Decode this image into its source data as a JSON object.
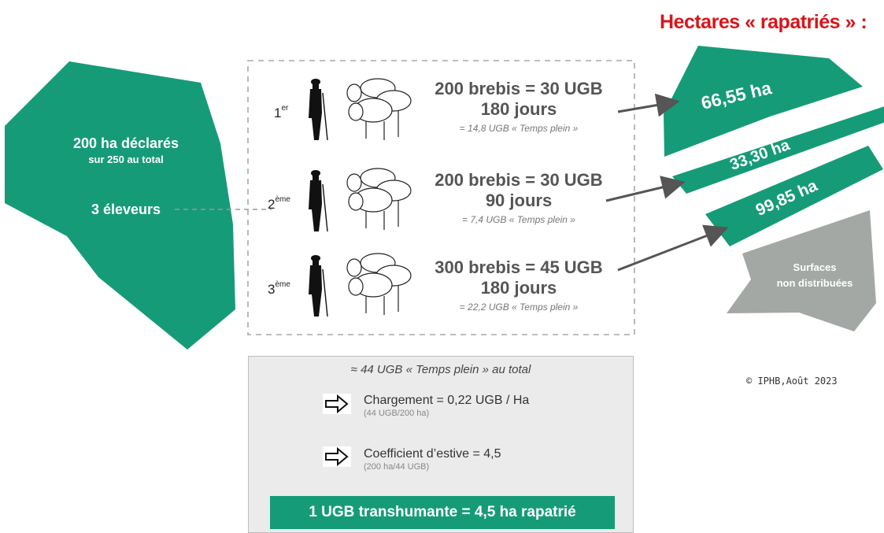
{
  "title": "Hectares « rapatriés » :",
  "left_shape": {
    "main_label": "200 ha déclarés",
    "sub_label": "sur 250 au total",
    "breeders_label": "3 éleveurs"
  },
  "breeders": [
    {
      "rank": "1",
      "rank_sup": "er",
      "line1": "200 brebis = 30 UGB",
      "line2": "180 jours",
      "line3": "= 14,8 UGB « Temps plein »"
    },
    {
      "rank": "2",
      "rank_sup": "ème",
      "line1": "200 brebis = 30 UGB",
      "line2": "90 jours",
      "line3": "= 7,4 UGB « Temps plein »"
    },
    {
      "rank": "3",
      "rank_sup": "ème",
      "line1": "300 brebis = 45 UGB",
      "line2": "180 jours",
      "line3": "= 22,2 UGB « Temps plein »"
    }
  ],
  "hectares": [
    "66,55 ha",
    "33,30 ha",
    "99,85 ha"
  ],
  "undistributed_label": [
    "Surfaces",
    "non distribuées"
  ],
  "copyright": "© IPHB,Août 2023",
  "summary": {
    "title": "≈ 44 UGB « Temps plein » au total",
    "row1_main": "Chargement = 0,22 UGB / Ha",
    "row1_sub": "(44 UGB/200 ha)",
    "row2_main": "Coefficient d’estive = 4,5",
    "row2_sub": "(200 ha/44 UGB)",
    "conclusion": "1 UGB transhumante = 4,5 ha rapatrié"
  },
  "colors": {
    "green": "#169b78",
    "gray": "#a3a8a4",
    "red": "#d9141b"
  },
  "icons": [
    "shepherd-icon",
    "sheep-flock-icon",
    "right-arrow-icon"
  ]
}
